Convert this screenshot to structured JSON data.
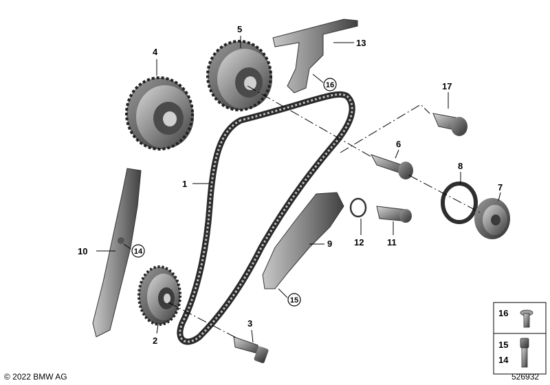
{
  "diagram": {
    "part_labels": {
      "p1": "1",
      "p2": "2",
      "p3": "3",
      "p4": "4",
      "p5": "5",
      "p6": "6",
      "p7": "7",
      "p8": "8",
      "p9": "9",
      "p10": "10",
      "p11": "11",
      "p12": "12",
      "p13": "13",
      "p14": "14",
      "p15": "15",
      "p16": "16",
      "p17": "17"
    },
    "legend": {
      "top": "16",
      "mid": "15",
      "bottom": "14"
    },
    "copyright": "© 2022 BMW AG",
    "image_number": "526932",
    "colors": {
      "part_dark": "#3c3c3c",
      "part_mid": "#6e6e6e",
      "part_light": "#b4b4b4",
      "line": "#000000"
    }
  }
}
